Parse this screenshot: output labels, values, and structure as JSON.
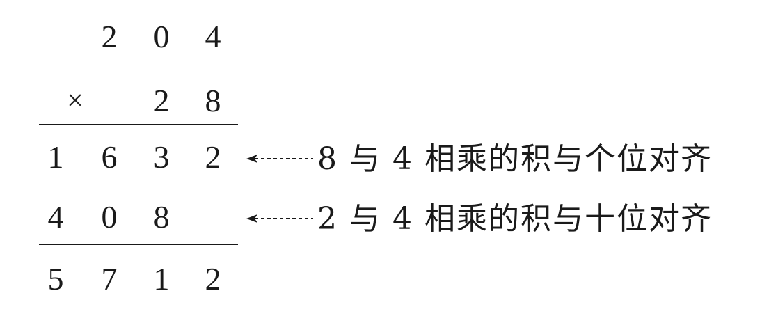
{
  "multiplicand": [
    "2",
    "0",
    "4"
  ],
  "multiplier_sign": "×",
  "multiplier": [
    "2",
    "8"
  ],
  "partial_1": [
    "1",
    "6",
    "3",
    "2"
  ],
  "partial_2": [
    "4",
    "0",
    "8"
  ],
  "result": [
    "5",
    "7",
    "1",
    "2"
  ],
  "annotation_1": "8 与 4 相乘的积与个位对齐",
  "annotation_2": "2 与 4 相乘的积与十位对齐"
}
